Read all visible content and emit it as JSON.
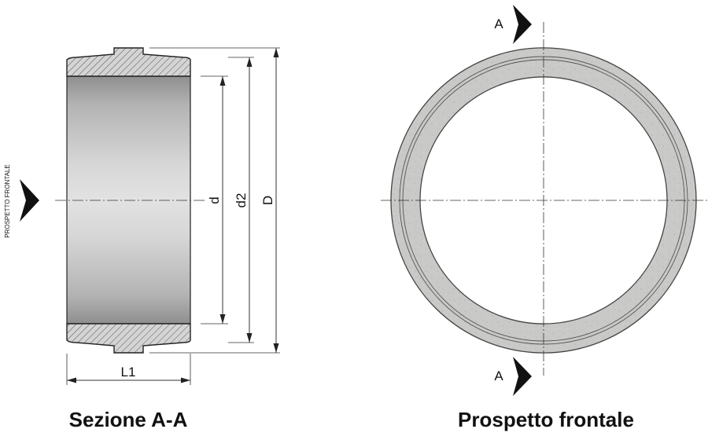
{
  "section_view": {
    "title": "Sezione A-A",
    "side_label": "PROSPETTO FRONTALE",
    "dimensions": {
      "inner_diameter": "d",
      "groove_diameter": "d2",
      "outer_diameter": "D",
      "length": "L1"
    }
  },
  "front_view": {
    "title": "Prospetto frontale",
    "section_marker_top": "A",
    "section_marker_bottom": "A"
  }
}
